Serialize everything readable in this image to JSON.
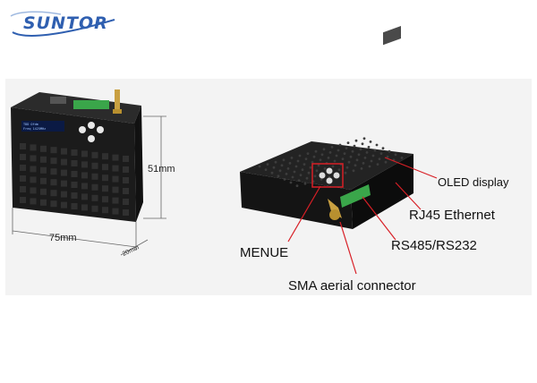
{
  "logo": {
    "text": "SUNTOR"
  },
  "labels": {
    "oled": "OLED display",
    "rj45": "RJ45 Ethernet",
    "rs485": "RS485/RS232",
    "menu": "MENUE",
    "sma": "SMA aerial connector"
  },
  "dimensions": {
    "height": "51mm",
    "width": "75mm",
    "depth": "20mm"
  },
  "screen_text": {
    "line1": "TDD Ofdm",
    "line2": "Freq 1425MHz"
  },
  "colors": {
    "brand": "#2f5fb0",
    "device": "#1b1b1b",
    "accent_red": "#d81f26",
    "terminal_green": "#3aa64a",
    "antenna_gold": "#c9a041"
  }
}
